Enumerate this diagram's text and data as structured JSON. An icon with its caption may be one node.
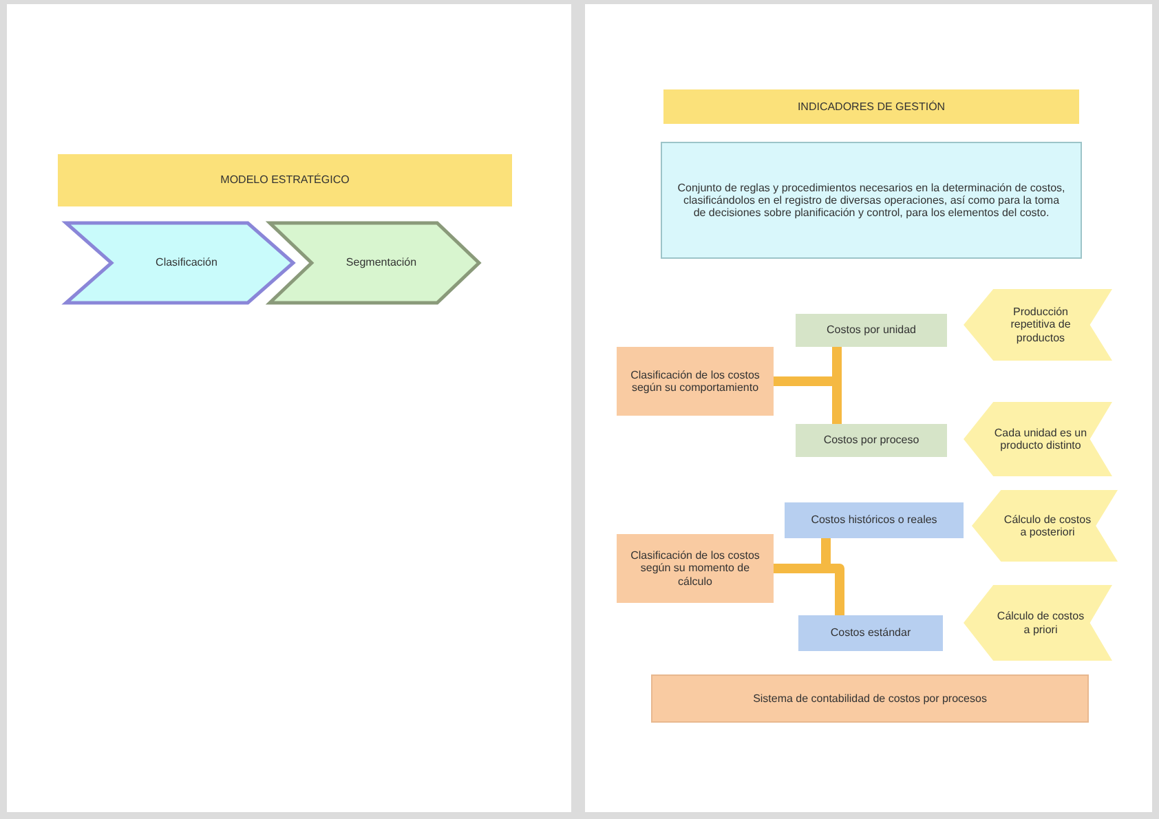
{
  "diagram": {
    "nodes": [
      {
        "text": [
          "MODELO ESTRATÉGICO"
        ]
      },
      {
        "text": [
          "Clasificación"
        ]
      },
      {
        "text": [
          "Segmentación"
        ]
      },
      {
        "text": [
          "INDICADORES DE GESTIÓN"
        ]
      },
      {
        "text": [
          "Conjunto de reglas y procedimientos necesarios en la determinación de costos, clasificándolos en el registro de diversas operaciones, así como para la toma de decisiones sobre planificación y control, para los elementos del costo."
        ]
      },
      {
        "text": [
          "Clasificación de los costos según su comportamiento"
        ]
      },
      {
        "text": [
          "Costos por unidad"
        ]
      },
      {
        "text": [
          "Producción repetitiva de productos"
        ]
      },
      {
        "text": [
          "Costos por proceso"
        ]
      },
      {
        "text": [
          "Cada unidad es un producto distinto"
        ]
      },
      {
        "text": [
          "Costos históricos o reales"
        ]
      },
      {
        "text": [
          "Cálculo de costos a posteriori"
        ]
      },
      {
        "text": [
          "Clasificación de los costos según su momento de cálculo"
        ]
      },
      {
        "text": [
          "Costos estándar"
        ]
      },
      {
        "text": [
          "Cálculo de costos a priori"
        ]
      },
      {
        "text": [
          "Sistema de contabilidad de costos por procesos"
        ]
      }
    ],
    "edges": [
      {
        "from": 5,
        "to": 6,
        "arrow": "none"
      },
      {
        "from": 5,
        "to": 8,
        "arrow": "none"
      },
      {
        "from": 12,
        "to": 10,
        "arrow": "none"
      },
      {
        "from": 12,
        "to": 13,
        "arrow": "none"
      }
    ]
  }
}
